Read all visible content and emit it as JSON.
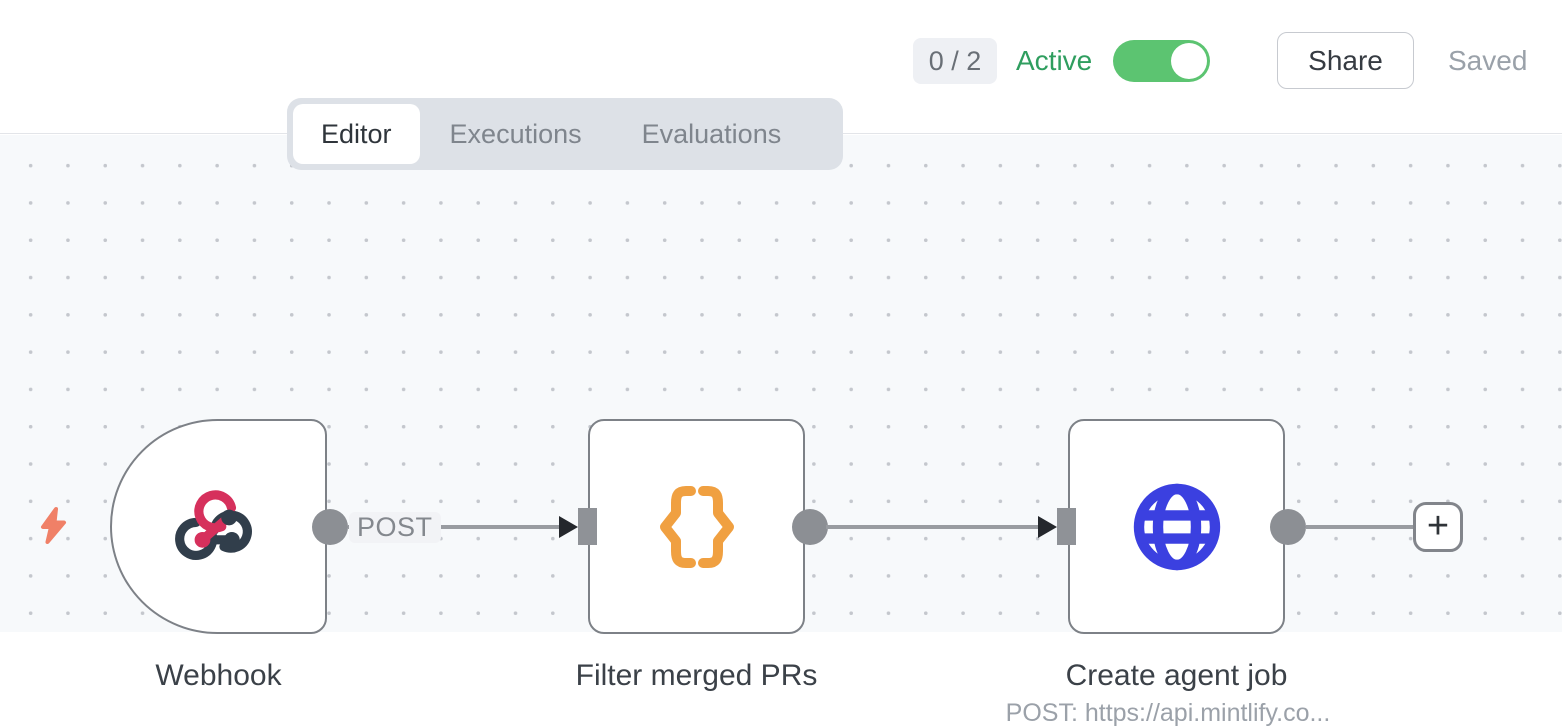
{
  "header": {
    "selector_badge": "0 / 2",
    "active_label": "Active",
    "toggle_state": "on",
    "share_label": "Share",
    "saved_label": "Saved"
  },
  "tabs": [
    {
      "label": "Editor",
      "active": true
    },
    {
      "label": "Executions",
      "active": false
    },
    {
      "label": "Evaluations",
      "active": false
    }
  ],
  "canvas": {
    "nodes": [
      {
        "id": "webhook",
        "label": "Webhook",
        "icon": "webhook-icon",
        "type": "trigger",
        "output_label": "POST"
      },
      {
        "id": "filter",
        "label": "Filter merged PRs",
        "icon": "curly-braces-icon",
        "type": "regular"
      },
      {
        "id": "http",
        "label": "Create agent job",
        "icon": "globe-icon",
        "type": "regular",
        "sublabel": "POST: https://api.mintlify.co..."
      }
    ],
    "add_node_button": "+",
    "colors": {
      "webhook_pink": "#d6305c",
      "webhook_dark": "#313e4b",
      "braces_orange": "#f0a041",
      "globe_blue": "#3b40e0",
      "bolt_salmon": "#f08067",
      "toggle_green": "#5cc471",
      "active_green": "#2f9e5f"
    }
  }
}
